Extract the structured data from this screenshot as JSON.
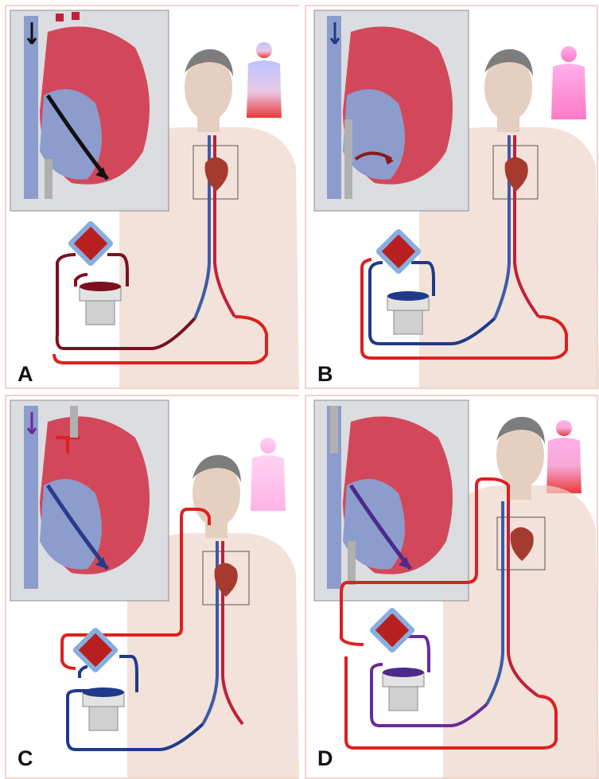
{
  "panels": [
    {
      "id": "A",
      "label": "A",
      "inflow": "#7a1020",
      "outflow": "#dd2020",
      "inset_arrows": "#111111",
      "silhouette_top": "#bcc4ff",
      "silhouette_bottom": "#ea3a3a"
    },
    {
      "id": "B",
      "label": "B",
      "inflow": "#1f3a8a",
      "outflow": "#dd2020",
      "inset_arrows": "#8b1a1a",
      "silhouette_top": "#ffb0ea",
      "silhouette_bottom": "#ff7ac8"
    },
    {
      "id": "C",
      "label": "C",
      "inflow": "#1f3a8a",
      "outflow": "#dd2020",
      "inset_arrows": "#2a3a8a",
      "silhouette_top": "#ffd3f3",
      "silhouette_bottom": "#ffb2e8"
    },
    {
      "id": "D",
      "label": "D",
      "inflow": "#6a2a9a",
      "outflow": "#dd2020",
      "inset_arrows": "#2a3a8a",
      "silhouette_top": "#ffb0ea",
      "silhouette_bottom": "#ea3a3a"
    }
  ],
  "colors": {
    "border": "#f0b3b3",
    "skin": "#ecd6c9",
    "hair": "#7d7d7d",
    "oxygenator": "#b82020",
    "pump": "#d9d9d9",
    "heart": "#a63a2e"
  }
}
